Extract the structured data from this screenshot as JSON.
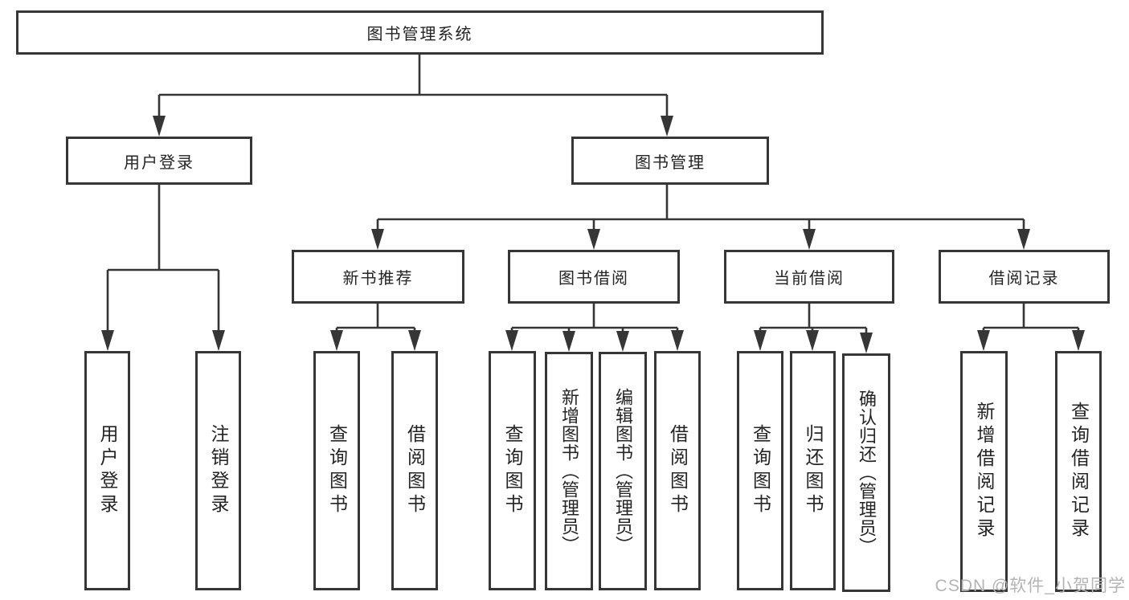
{
  "diagram": {
    "type": "hierarchy-tree",
    "title": "图书管理系统",
    "colors": {
      "line": "#363636",
      "box_border": "#363636",
      "text": "#242424",
      "background": "#ffffff",
      "watermark": "#b4b4b4"
    },
    "watermark": "CSDN @软件_小贺同学",
    "nodes": {
      "root": {
        "label": "图书管理系统"
      },
      "level2": [
        {
          "label": "用户登录",
          "parent": "图书管理系统"
        },
        {
          "label": "图书管理",
          "parent": "图书管理系统"
        }
      ],
      "level3": [
        {
          "label": "新书推荐",
          "parent": "图书管理"
        },
        {
          "label": "图书借阅",
          "parent": "图书管理"
        },
        {
          "label": "当前借阅",
          "parent": "图书管理"
        },
        {
          "label": "借阅记录",
          "parent": "图书管理"
        }
      ],
      "leaves": [
        {
          "label": "用户登录",
          "parent": "用户登录"
        },
        {
          "label": "注销登录",
          "parent": "用户登录"
        },
        {
          "label": "查询图书",
          "parent": "新书推荐"
        },
        {
          "label": "借阅图书",
          "parent": "新书推荐"
        },
        {
          "label": "查询图书",
          "parent": "图书借阅"
        },
        {
          "label": "新增图书（管理员）",
          "parent": "图书借阅"
        },
        {
          "label": "编辑图书（管理员）",
          "parent": "图书借阅"
        },
        {
          "label": "借阅图书",
          "parent": "图书借阅"
        },
        {
          "label": "查询图书",
          "parent": "当前借阅"
        },
        {
          "label": "归还图书",
          "parent": "当前借阅"
        },
        {
          "label": "确认归还（管理员）",
          "parent": "当前借阅"
        },
        {
          "label": "新增借阅记录",
          "parent": "借阅记录"
        },
        {
          "label": "查询借阅记录",
          "parent": "借阅记录"
        }
      ]
    }
  }
}
